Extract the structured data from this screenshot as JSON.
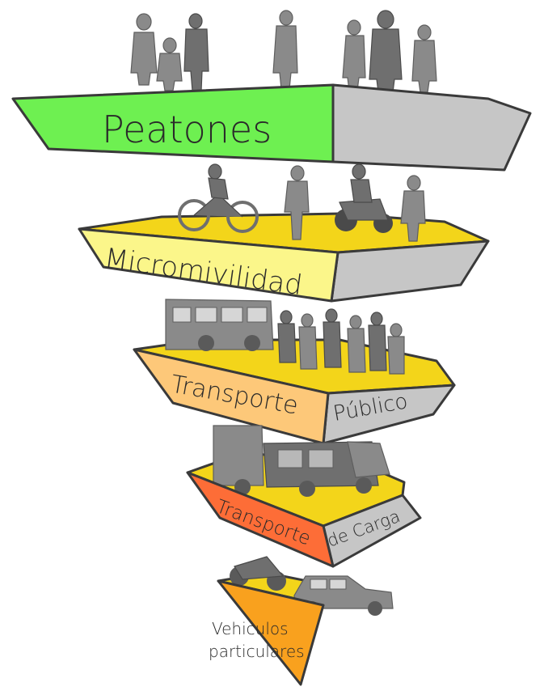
{
  "diagram": {
    "levels": [
      {
        "label": "Peatones",
        "color": "#6ef051"
      },
      {
        "label": "Micromivilidad",
        "color": "#fbf68a"
      },
      {
        "label": "Transporte",
        "label2": "Público",
        "color": "#fdc879"
      },
      {
        "label": "Transporte",
        "label2": "de Carga",
        "color": "#fd6d37"
      },
      {
        "label": "Vehiculos",
        "label2": "particulares",
        "color": "#f9a11e"
      }
    ],
    "colors": {
      "side_gray": "#c6c6c6",
      "top_yellow": "#f3d51a",
      "outline": "#3a3a3a",
      "figure_gray": "#8a8a8a"
    }
  }
}
